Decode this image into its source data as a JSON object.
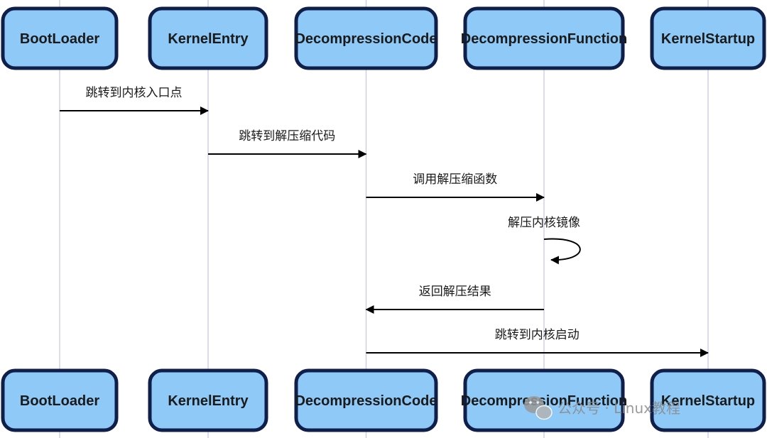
{
  "participants": [
    {
      "id": "bootloader",
      "label": "BootLoader"
    },
    {
      "id": "kernelentry",
      "label": "KernelEntry"
    },
    {
      "id": "decompcode",
      "label": "DecompressionCode"
    },
    {
      "id": "decompfunc",
      "label": "DecompressionFunction"
    },
    {
      "id": "kernelstartup",
      "label": "KernelStartup"
    }
  ],
  "messages": [
    {
      "from": 0,
      "to": 1,
      "label": "跳转到内核入口点"
    },
    {
      "from": 1,
      "to": 2,
      "label": "跳转到解压缩代码"
    },
    {
      "from": 2,
      "to": 3,
      "label": "调用解压缩函数"
    },
    {
      "from": 3,
      "to": 3,
      "label": "解压内核镜像"
    },
    {
      "from": 3,
      "to": 2,
      "label": "返回解压结果"
    },
    {
      "from": 2,
      "to": 4,
      "label": "跳转到内核启动"
    }
  ],
  "watermark": "公众号 · Linux教程",
  "colors": {
    "box_fill": "#8ec9f7",
    "box_border": "#0f1f4a",
    "lifeline": "#c9c9e6",
    "arrow": "#000000"
  }
}
